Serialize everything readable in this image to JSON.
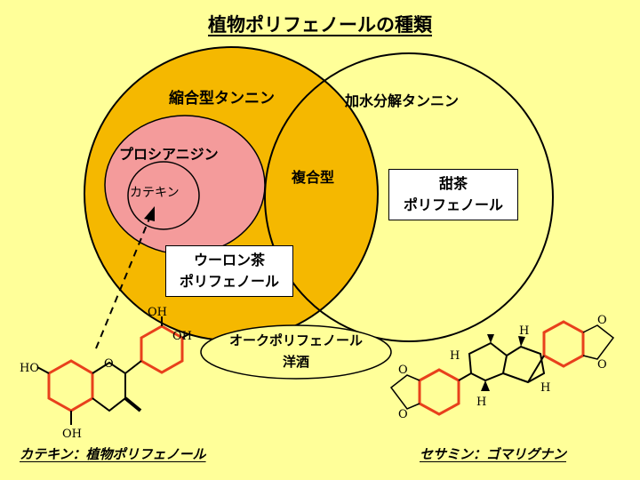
{
  "title": "植物ポリフェノールの種類",
  "venn": {
    "condensed_tannin": "縮合型タンニン",
    "hydrolyzable_tannin": "加水分解タンニン",
    "procyanidin": "プロシアニジン",
    "catechin": "カテキン",
    "complex_type": "複合型"
  },
  "boxes": {
    "tencha": [
      "甜茶",
      "ポリフェノール"
    ],
    "oolong": [
      "ウーロン茶",
      "ポリフェノール"
    ],
    "oak": [
      "オークポリフェノール",
      "洋酒"
    ]
  },
  "structures": {
    "catechin_atoms": {
      "oh_top": "OH",
      "oh_right": "OH",
      "ho_left": "HO",
      "oh_bottom": "OH",
      "ring_o": "O"
    },
    "sesamin_atoms": {
      "h1": "H",
      "h2": "H",
      "h3": "H",
      "h4": "H",
      "o1": "O",
      "o2": "O",
      "o3": "O",
      "o4": "O"
    }
  },
  "captions": {
    "catechin": "カテキン：植物ポリフェノール",
    "sesamin": "セサミン：ゴマリグナン"
  },
  "colors": {
    "background": "#ffff99",
    "condensed": "#f5b800",
    "procyanidin": "#f49b9b",
    "ring_accent": "#e8401c"
  }
}
